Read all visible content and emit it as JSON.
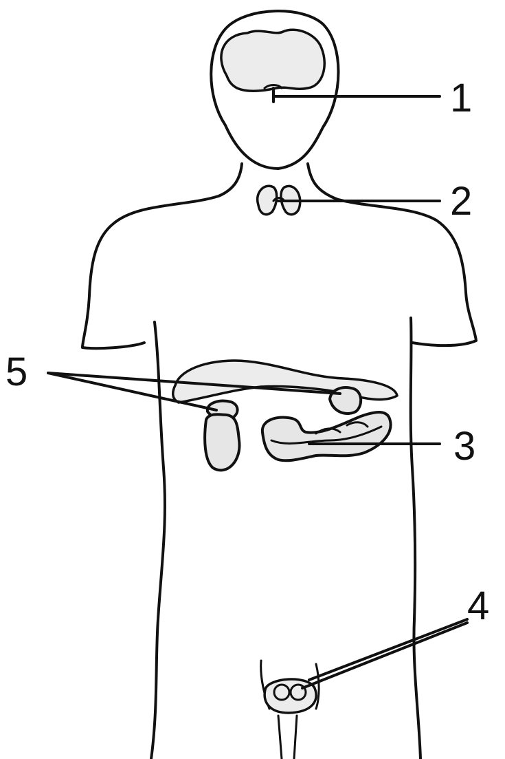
{
  "diagram": {
    "labels": [
      "1",
      "2",
      "3",
      "4",
      "5"
    ]
  },
  "colors": {
    "ink": "#111111",
    "organ_fill": "#e6e6e6",
    "background": "#ffffff"
  }
}
